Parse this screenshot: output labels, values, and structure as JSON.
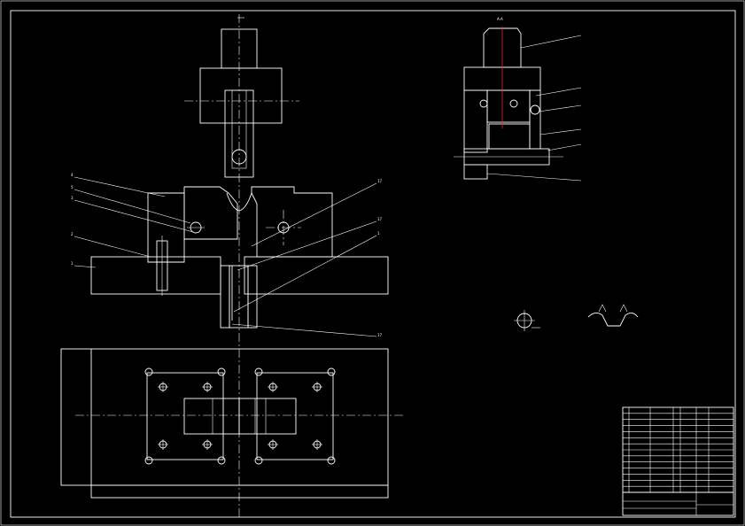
{
  "colors": {
    "background": "#000000",
    "line": "#ffffff",
    "centerline_accent": "#ff2020"
  },
  "callouts": {
    "left": [
      "4",
      "5",
      "3",
      "2",
      "1"
    ],
    "right": [
      "17",
      "17",
      "1",
      "17"
    ]
  },
  "section_label": "A-A",
  "detail_labels": [
    "",
    ""
  ],
  "title_block": {
    "rows": 14
  }
}
